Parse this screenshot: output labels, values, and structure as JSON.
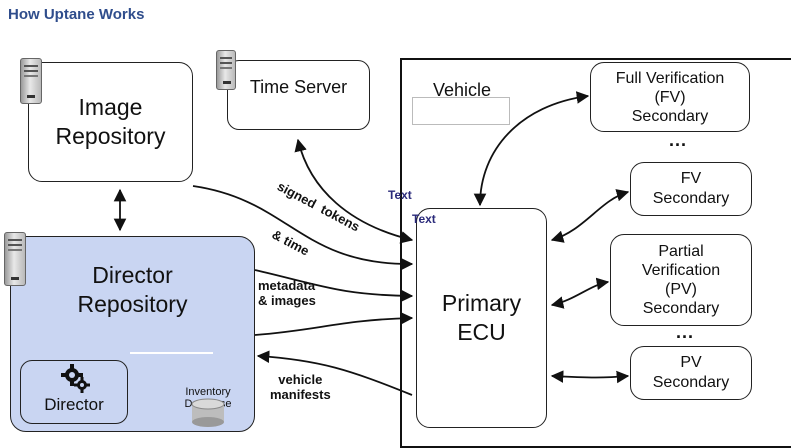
{
  "title": "How Uptane Works",
  "image_repository": {
    "line1": "Image",
    "line2": "Repository"
  },
  "time_server": {
    "label": "Time Server"
  },
  "vehicle": {
    "label": "Vehicle"
  },
  "director_repository": {
    "line1": "Director",
    "line2": "Repository"
  },
  "director": {
    "label": "Director"
  },
  "inventory_db": {
    "line1": "Inventory",
    "line2": "Database"
  },
  "primary_ecu": {
    "line1": "Primary",
    "line2": "ECU"
  },
  "fv_secondary_full": {
    "line1": "Full Verification",
    "line2": "(FV)",
    "line3": "Secondary"
  },
  "fv_secondary": {
    "line1": "FV",
    "line2": "Secondary"
  },
  "pv_secondary_full": {
    "line1": "Partial",
    "line2": "Verification",
    "line3": "(PV)",
    "line4": "Secondary"
  },
  "pv_secondary": {
    "line1": "PV",
    "line2": "Secondary"
  },
  "labels": {
    "signed_tokens": "signed  tokens",
    "and_time": "& time",
    "text_1": "Text",
    "text_2": "Text",
    "metadata": "metadata",
    "and_images": "& images",
    "vehicle_1": "vehicle",
    "manifests": "manifests",
    "ellipsis_1": "...",
    "ellipsis_2": "..."
  },
  "colors": {
    "title": "#2f4d8c",
    "director_fill": "#c9d5f2",
    "stroke": "#111111"
  }
}
